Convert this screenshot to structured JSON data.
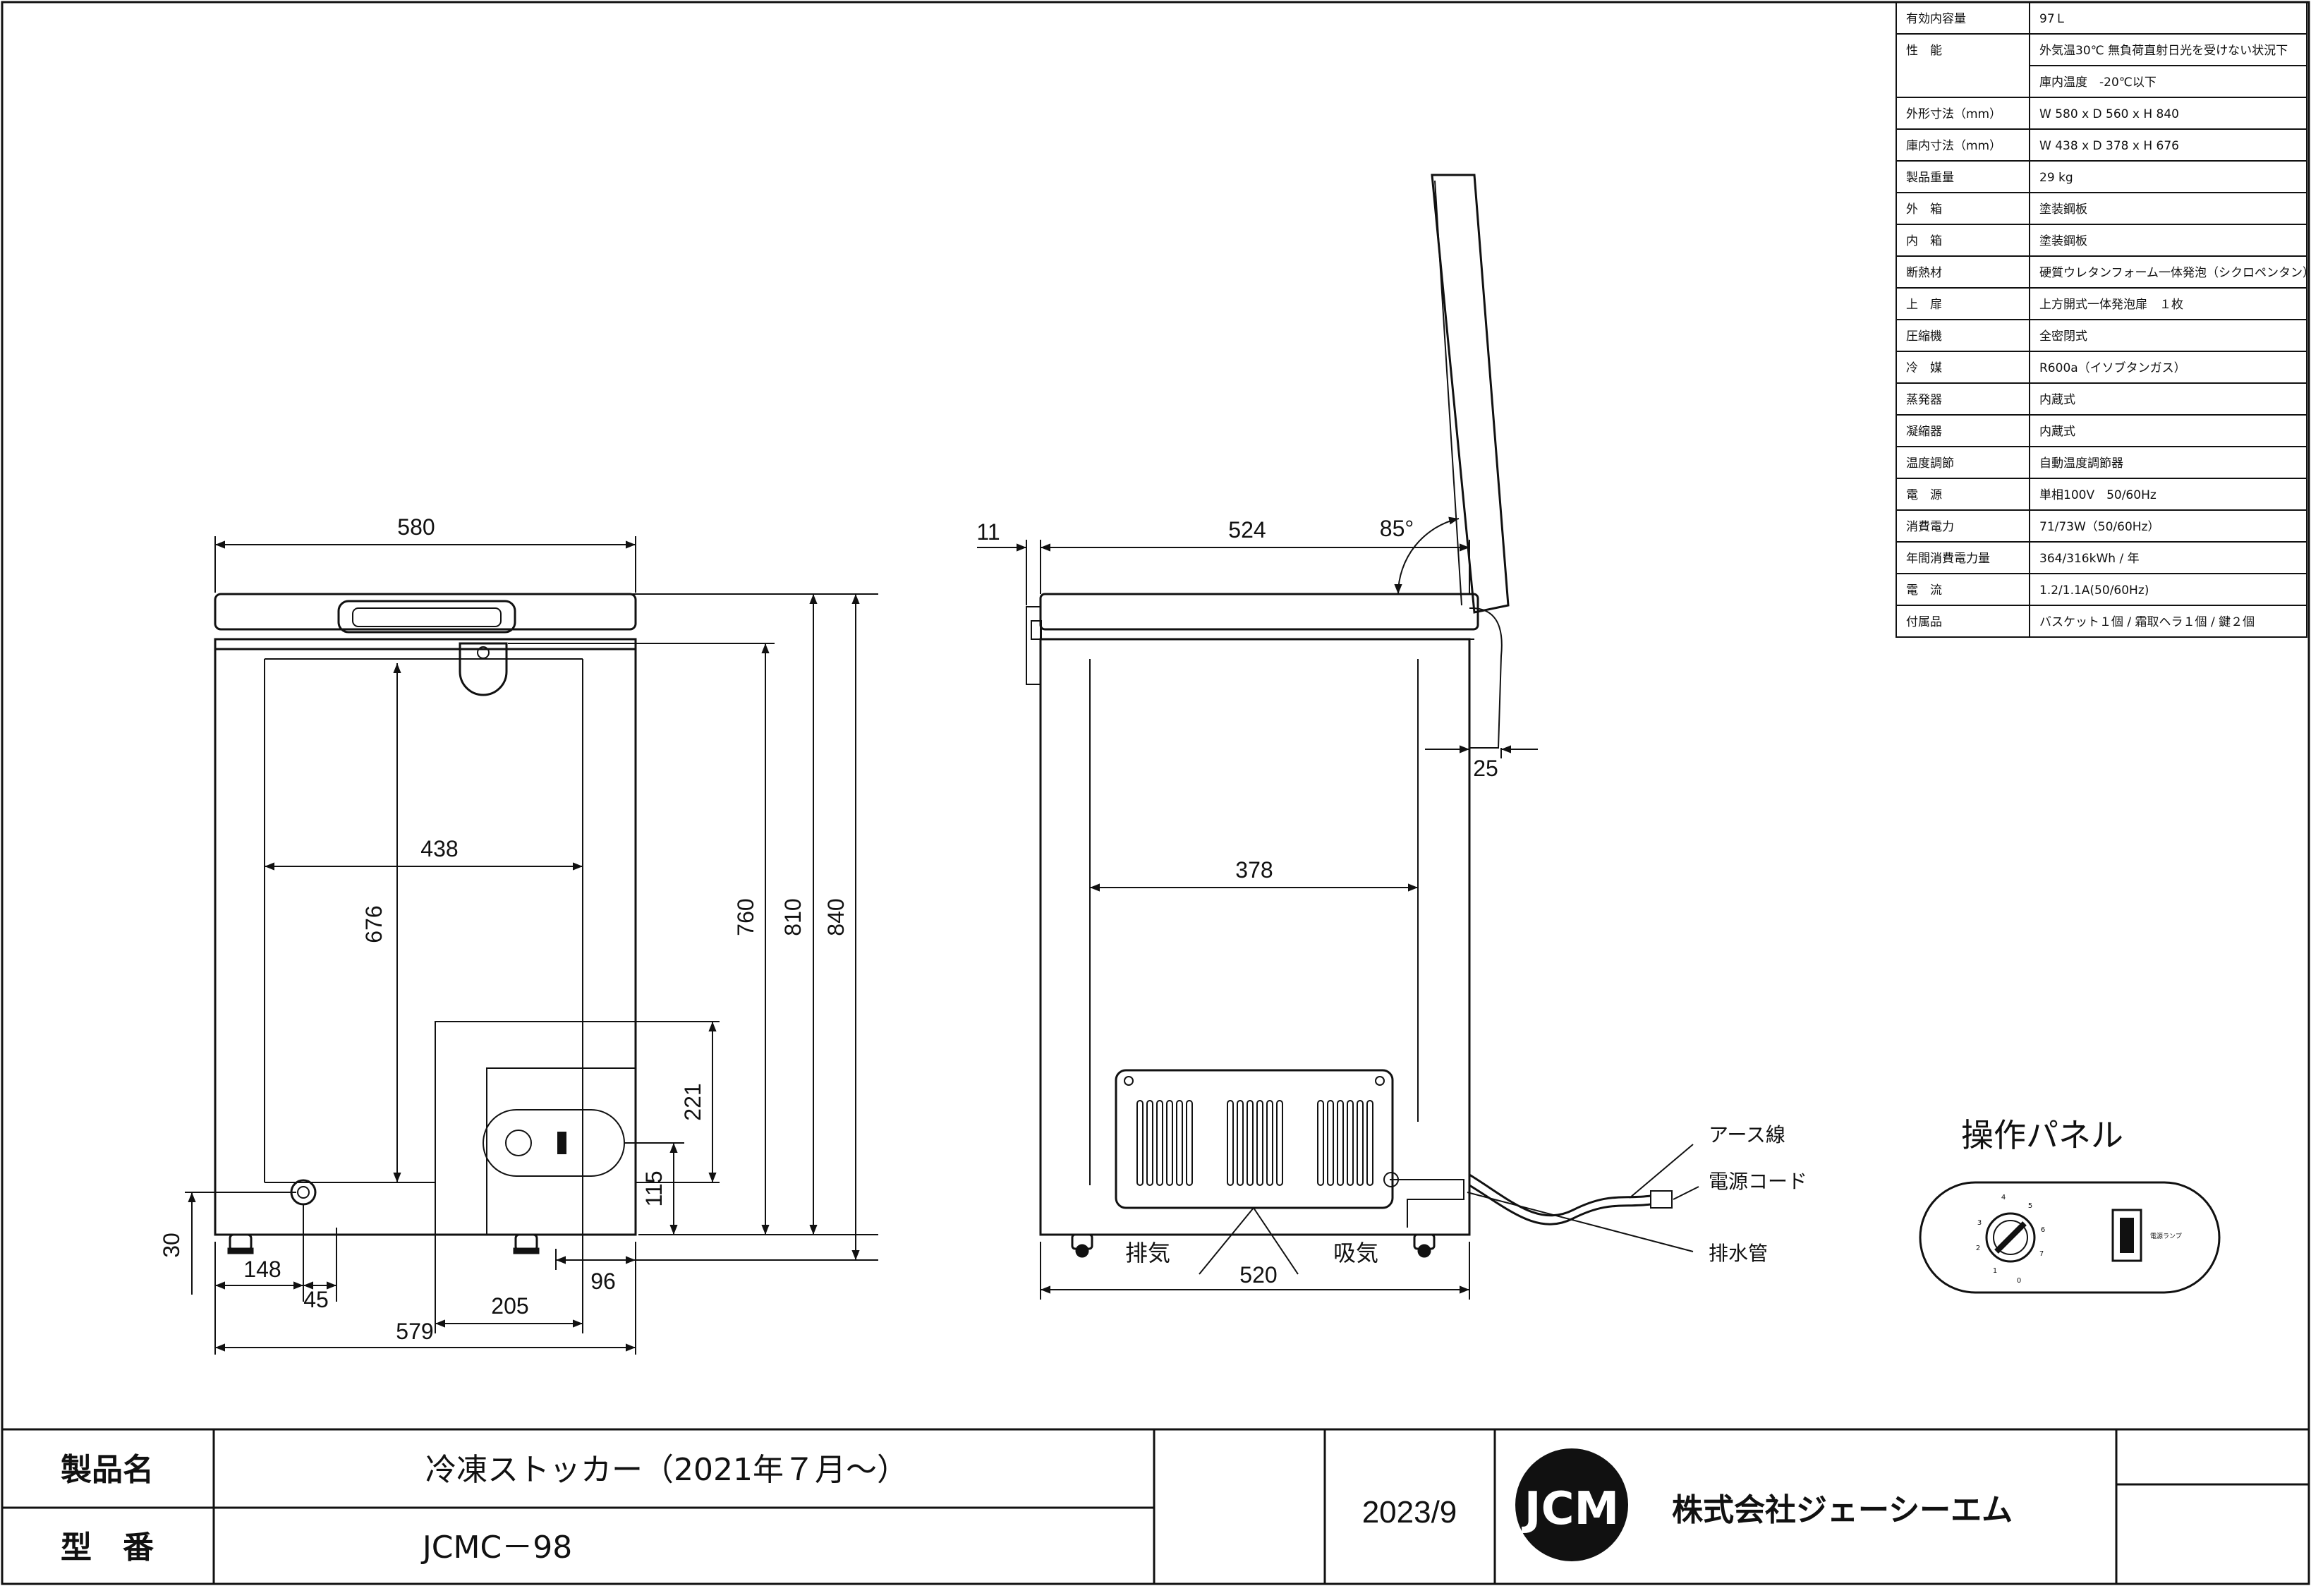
{
  "specs": [
    {
      "label": "有効内容量",
      "value": "97Ｌ"
    },
    {
      "label": "性　能",
      "value": "外気温30℃ 無負荷直射日光を受けない状況下"
    },
    {
      "label": "",
      "value": "庫内温度　-20℃以下"
    },
    {
      "label": "外形寸法（mm）",
      "value": "W 580 x D 560 x H 840"
    },
    {
      "label": "庫内寸法（mm）",
      "value": "W 438 x D 378 x H 676"
    },
    {
      "label": "製品重量",
      "value": "29 kg"
    },
    {
      "label": "外　箱",
      "value": "塗装鋼板"
    },
    {
      "label": "内　箱",
      "value": "塗装鋼板"
    },
    {
      "label": "断熱材",
      "value": "硬質ウレタンフォーム一体発泡（シクロペンタン）"
    },
    {
      "label": "上　扉",
      "value": "上方開式一体発泡扉　１枚"
    },
    {
      "label": "圧縮機",
      "value": "全密閉式"
    },
    {
      "label": "冷　媒",
      "value": "R600a（イソブタンガス）"
    },
    {
      "label": "蒸発器",
      "value": "内蔵式"
    },
    {
      "label": "凝縮器",
      "value": "内蔵式"
    },
    {
      "label": "温度調節",
      "value": "自動温度調節器"
    },
    {
      "label": "電　源",
      "value": "単相100V　50/60Hz"
    },
    {
      "label": "消費電力",
      "value": "71/73W（50/60Hz）"
    },
    {
      "label": "年間消費電力量",
      "value": "364/316kWh / 年"
    },
    {
      "label": "電　流",
      "value": "1.2/1.1A(50/60Hz)"
    },
    {
      "label": "付属品",
      "value": "バスケット１個 / 霜取ヘラ１個 / 鍵２個"
    }
  ],
  "front_view": {
    "dims": {
      "w580": "580",
      "w438": "438",
      "h676": "676",
      "h760": "760",
      "h810": "810",
      "h840": "840",
      "h221": "221",
      "h115": "115",
      "h30": "30",
      "d148": "148",
      "d45": "45",
      "d96": "96",
      "d205": "205",
      "d579": "579"
    }
  },
  "side_view": {
    "dims": {
      "d11": "11",
      "d524": "524",
      "angle": "85°",
      "d25": "25",
      "d378": "378",
      "d520": "520"
    },
    "labels": {
      "exhaust": "排気",
      "intake": "吸気",
      "earth": "アース線",
      "cord": "電源コード",
      "drain": "排水管"
    }
  },
  "panel": {
    "title": "操作パネル",
    "dial_marks": [
      "4",
      "5",
      "3",
      "6",
      "2",
      "7",
      "1",
      "0"
    ],
    "lamp_label": "電源ランプ"
  },
  "title_block": {
    "product_name_label": "製品名",
    "product_name": "冷凍ストッカー（2021年７月～）",
    "model_label": "型　番",
    "model": "JCMC－98",
    "date": "2023/9",
    "logo_text": "JCM",
    "company": "株式会社ジェーシーエム"
  }
}
